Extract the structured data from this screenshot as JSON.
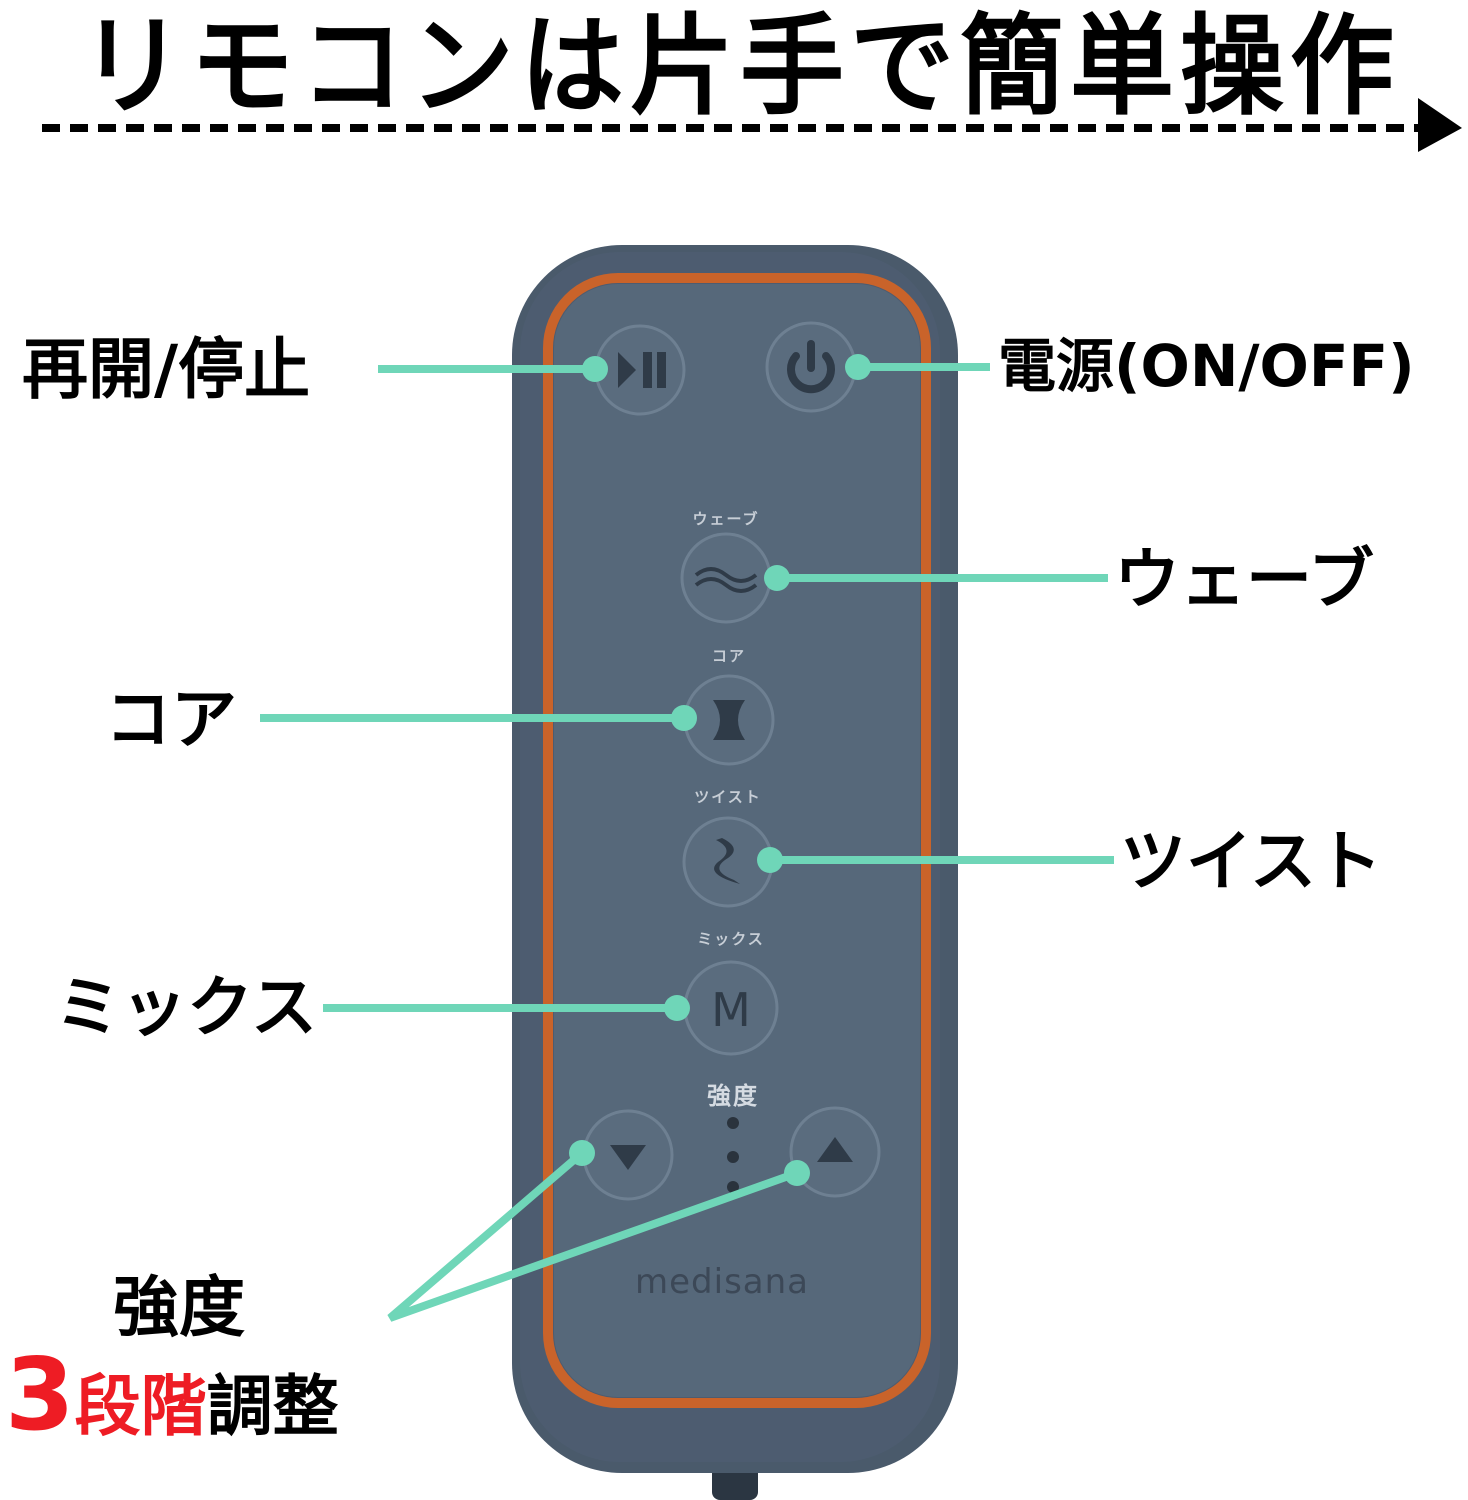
{
  "headline": {
    "text": "リモコンは片手で簡単操作",
    "arrow": "dashed-arrow-right"
  },
  "remote": {
    "brand": "medisana",
    "body_color": "#4a5a6b",
    "face_color": "#56687a",
    "trim_color": "#c9632a",
    "buttons": [
      {
        "id": "play-pause",
        "icon": "play-pause-icon",
        "printed_label": ""
      },
      {
        "id": "power",
        "icon": "power-icon",
        "printed_label": ""
      },
      {
        "id": "wave",
        "icon": "wave-icon",
        "printed_label": "ウェーブ"
      },
      {
        "id": "core",
        "icon": "hourglass-icon",
        "printed_label": "コア"
      },
      {
        "id": "twist",
        "icon": "twist-icon",
        "printed_label": "ツイスト"
      },
      {
        "id": "mix",
        "icon": "m-letter-icon",
        "printed_label": "ミックス",
        "glyph": "M"
      },
      {
        "id": "intensity-down",
        "icon": "triangle-down-icon",
        "printed_label": ""
      },
      {
        "id": "intensity-up",
        "icon": "triangle-up-icon",
        "printed_label": ""
      }
    ],
    "intensity_label": "強度",
    "intensity_indicators": 3
  },
  "callouts": {
    "play_pause": "再開/停止",
    "power": "電源(ON/OFF)",
    "wave": "ウェーブ",
    "core": "コア",
    "twist": "ツイスト",
    "mix": "ミックス",
    "intensity_title": "強度",
    "intensity_number": "3",
    "intensity_steps": "段階",
    "intensity_adjust": "調整"
  },
  "colors": {
    "callout_line": "#6fd6b8",
    "accent_red": "#ee1c24",
    "text": "#000000"
  }
}
